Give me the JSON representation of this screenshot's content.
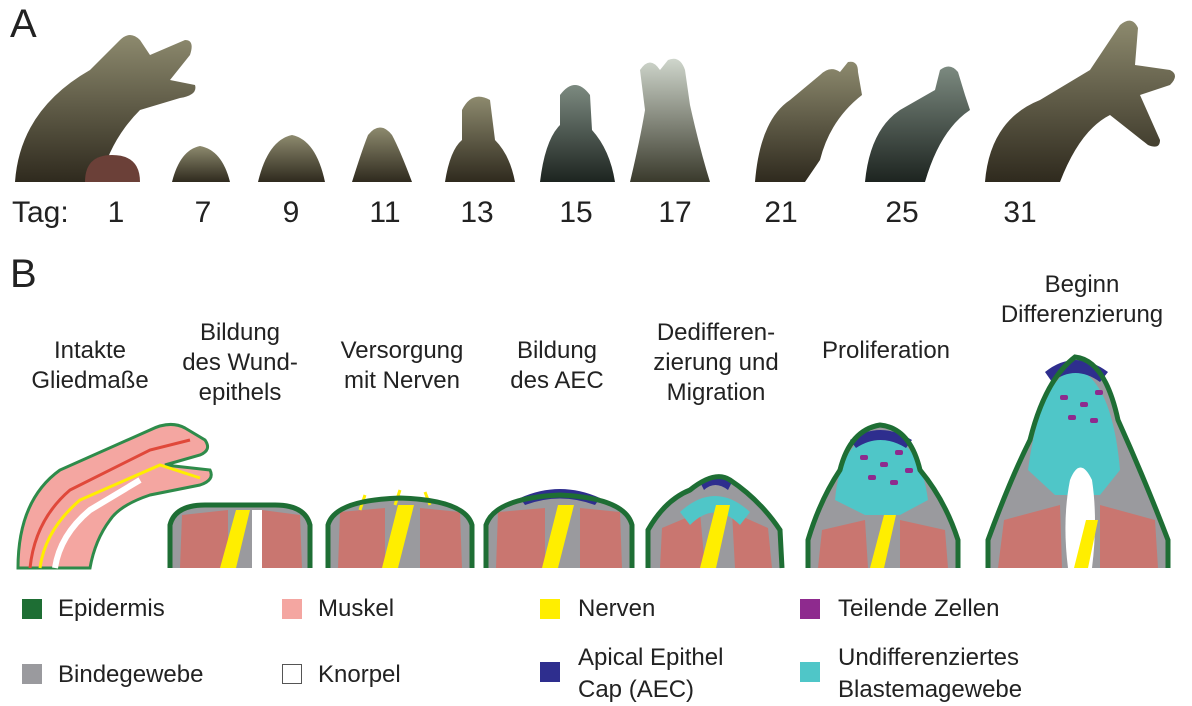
{
  "panel_labels": {
    "a": "A",
    "b": "B"
  },
  "tag_label": "Tag:",
  "days": [
    "1",
    "7",
    "9",
    "11",
    "13",
    "15",
    "17",
    "21",
    "25",
    "31"
  ],
  "stages": [
    {
      "line1": "Intakte",
      "line2": "Gliedmaße",
      "line3": ""
    },
    {
      "line1": "Bildung",
      "line2": "des Wund-",
      "line3": "epithels"
    },
    {
      "line1": "Versorgung",
      "line2": "mit Nerven",
      "line3": ""
    },
    {
      "line1": "Bildung",
      "line2": "des AEC",
      "line3": ""
    },
    {
      "line1": "Dedifferen-",
      "line2": "zierung und",
      "line3": "Migration"
    },
    {
      "line1": "Proliferation",
      "line2": "",
      "line3": ""
    },
    {
      "line1": "Beginn",
      "line2": "Differenzierung",
      "line3": ""
    }
  ],
  "legend": [
    {
      "label": "Epidermis",
      "label2": "",
      "color": "#1e6e34"
    },
    {
      "label": "Muskel",
      "label2": "",
      "color": "#f4a6a1"
    },
    {
      "label": "Nerven",
      "label2": "",
      "color": "#ffee00"
    },
    {
      "label": "Teilende Zellen",
      "label2": "",
      "color": "#8e2a8e"
    },
    {
      "label": "Bindegewebe",
      "label2": "",
      "color": "#9a9a9e"
    },
    {
      "label": "Knorpel",
      "label2": "",
      "color": "#ffffff"
    },
    {
      "label": "Apical Epithel",
      "label2": "Cap (AEC)",
      "color": "#2e2e8e"
    },
    {
      "label": "Undifferenziertes",
      "label2": "Blastemagewebe",
      "color": "#4fc6c8"
    }
  ]
}
